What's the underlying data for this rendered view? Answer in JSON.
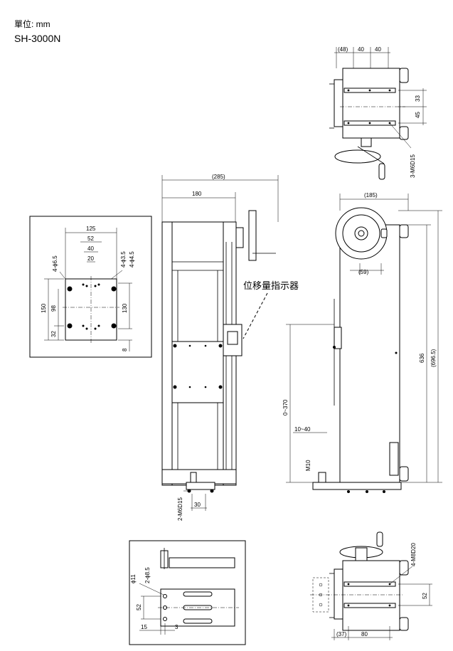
{
  "header": {
    "unit": "單位: mm",
    "model": "SH-3000N"
  },
  "callout": {
    "label": "位移量指示器"
  },
  "views": {
    "top_view": {
      "dims": [
        "(48)",
        "40",
        "40",
        "33",
        "45",
        "3-M6D15"
      ]
    },
    "front_view": {
      "dims": [
        "(285)",
        "180",
        "2-M6D15",
        "30"
      ]
    },
    "side_view": {
      "dims": [
        "(185)",
        "(59)",
        "636",
        "(696.5)",
        "0~370",
        "10~40",
        "M10"
      ]
    },
    "plate_detail": {
      "dims": [
        "125",
        "52",
        "40",
        "20",
        "4-ϕ6.5",
        "4-ϕ3.5",
        "4-ϕ4.5",
        "150",
        "98",
        "32",
        "130",
        "8"
      ]
    },
    "clamp_detail": {
      "dims": [
        "ϕ11",
        "2-ϕ8.5",
        "52",
        "15",
        "3"
      ]
    },
    "bottom_view": {
      "dims": [
        "4-M8D20",
        "52",
        "(37)",
        "80"
      ]
    }
  },
  "colors": {
    "line": "#000000",
    "background": "#ffffff",
    "hatch": "#888888"
  }
}
